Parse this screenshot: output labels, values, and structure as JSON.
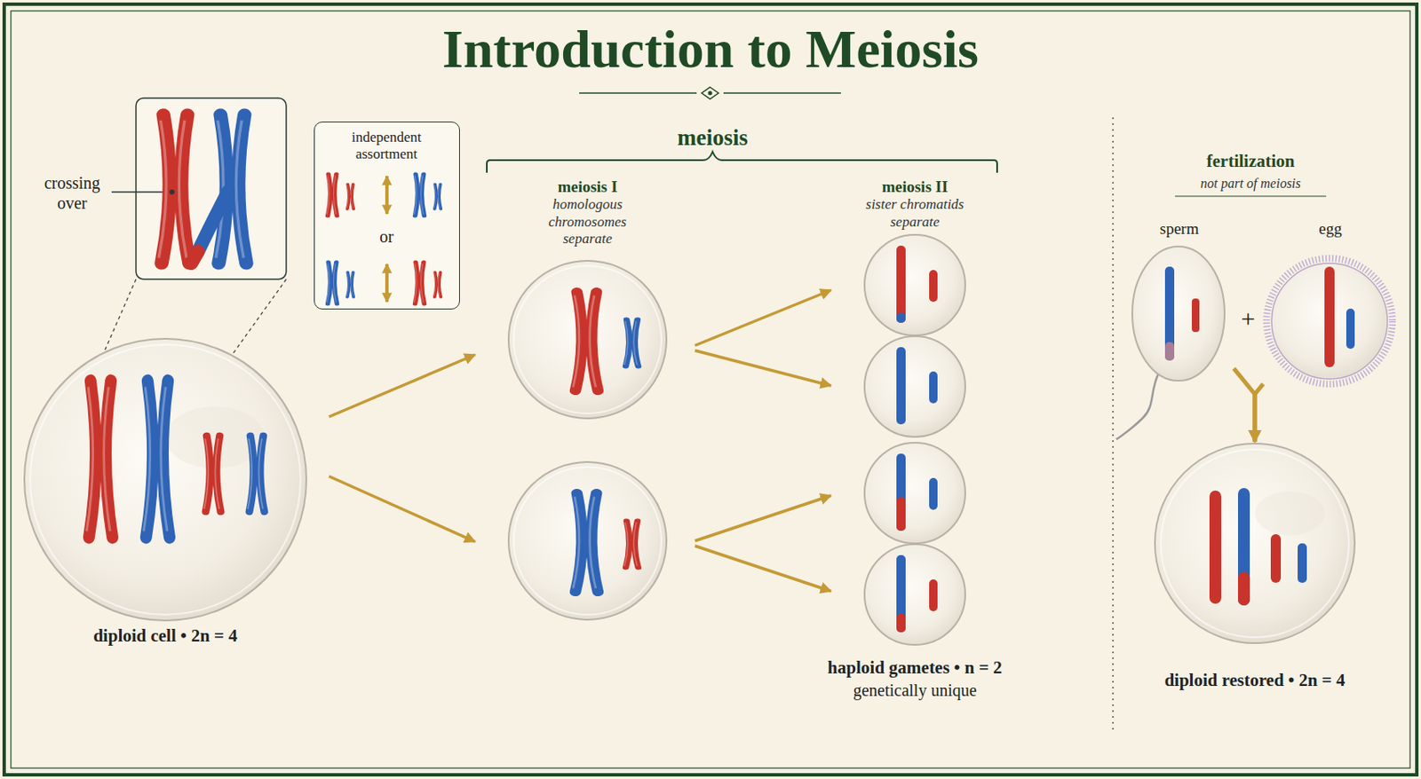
{
  "diagram": {
    "title": "Introduction to Meiosis",
    "nodes": [
      {
        "text": [
          "diploid cell • 2n = 4"
        ]
      },
      {
        "text": [
          "independent assortment",
          "or"
        ]
      },
      {
        "text": [
          "sperm"
        ]
      },
      {
        "text": [
          "egg"
        ]
      },
      {
        "text": [
          "diploid restored • 2n = 4"
        ]
      }
    ],
    "edges": [
      {
        "from": 2,
        "to": 4,
        "arrow": "to"
      },
      {
        "from": 3,
        "to": 4,
        "arrow": "to"
      }
    ],
    "labels": [
      "crossing over",
      "meiosis",
      "meiosis I",
      "homologous chromosomes separate",
      "meiosis II",
      "sister chromatids separate",
      "haploid gametes • n = 2",
      "genetically unique",
      "fertilization",
      "not part of meiosis",
      "+"
    ]
  }
}
